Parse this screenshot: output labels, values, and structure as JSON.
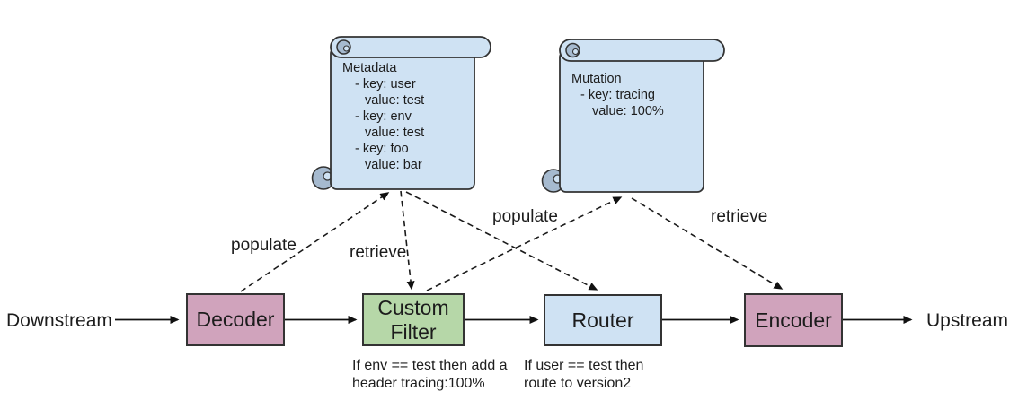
{
  "diagram": {
    "title_hint": "proxy filter chain flow",
    "terminals": {
      "downstream": "Downstream",
      "upstream": "Upstream"
    },
    "nodes": [
      {
        "id": "decoder",
        "label": "Decoder",
        "color": "#d0a3bc"
      },
      {
        "id": "custom-filter",
        "label": "Custom Filter",
        "color": "#b6d7a8",
        "caption_line1": "If env == test then add a",
        "caption_line2": "header tracing:100%"
      },
      {
        "id": "router",
        "label": "Router",
        "color": "#cfe2f3",
        "caption_line1": "If user == test then",
        "caption_line2": "route to version2"
      },
      {
        "id": "encoder",
        "label": "Encoder",
        "color": "#d0a3bc"
      }
    ],
    "scrolls": {
      "metadata": {
        "lines": [
          "Metadata",
          "- key: user",
          "value: test",
          "- key: env",
          "value: test",
          "- key: foo",
          "value: bar"
        ]
      },
      "mutation": {
        "lines": [
          "Mutation",
          "- key: tracing",
          "value: 100%"
        ]
      }
    },
    "edge_labels": {
      "populate_left": "populate",
      "retrieve_left": "retrieve",
      "populate_right": "populate",
      "retrieve_right": "retrieve"
    },
    "colors": {
      "node_pink": "#d0a3bc",
      "node_green": "#b6d7a8",
      "node_blue": "#cfe2f3",
      "scroll_fill": "#cfe2f3",
      "scroll_shade": "#a6bacf",
      "stroke": "#333333",
      "arrow": "#111111",
      "background": "#ffffff"
    }
  }
}
